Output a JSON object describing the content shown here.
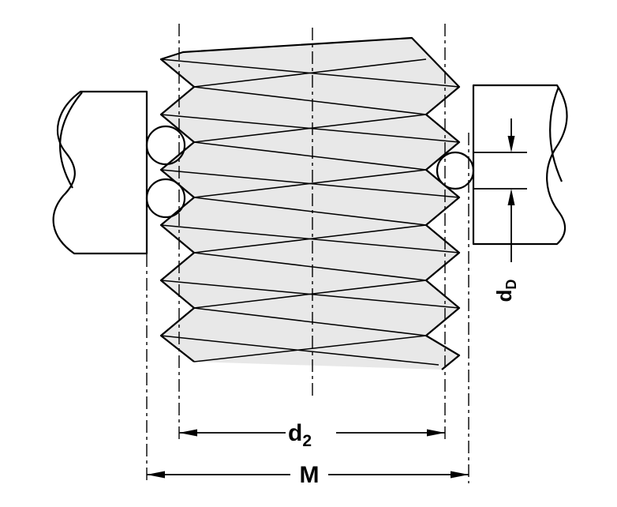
{
  "figure": {
    "labels": {
      "d2": {
        "main": "d",
        "sub": "2"
      },
      "M": "M",
      "dD": {
        "main": "d",
        "sub": "D"
      }
    }
  },
  "colors": {
    "part_fill": "#e8e8e8",
    "line": "#000000",
    "background": "#ffffff"
  }
}
